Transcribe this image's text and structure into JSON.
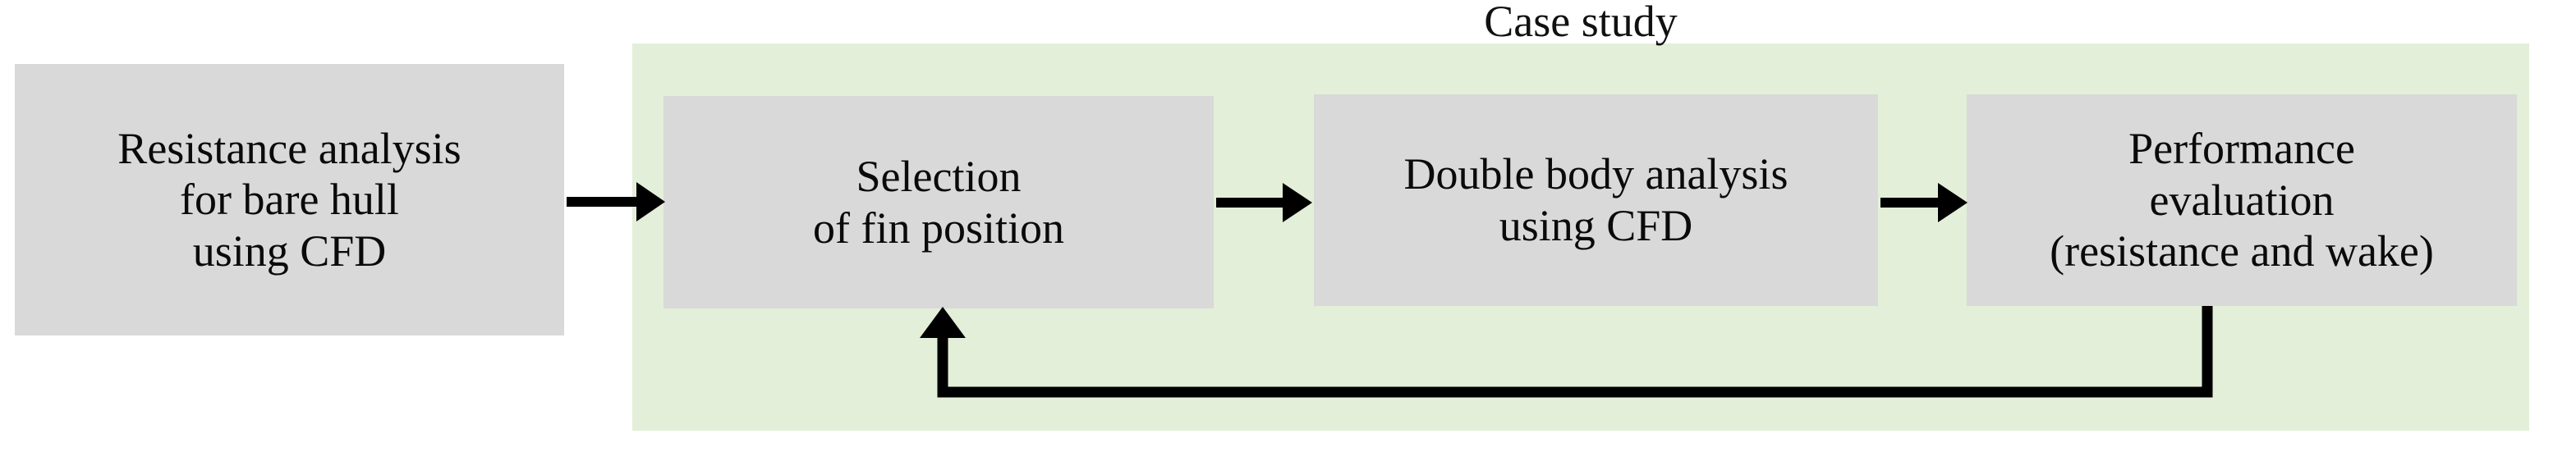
{
  "diagram": {
    "title": "Case study",
    "panel_color": "#e3efd9",
    "node_color": "#d9d9d9",
    "line_color": "#000000",
    "nodes": [
      {
        "id": "bare-hull",
        "lines": [
          "Resistance analysis",
          "for bare hull",
          "using CFD"
        ],
        "inside_panel": false
      },
      {
        "id": "fin-position",
        "lines": [
          "Selection",
          "of fin position"
        ],
        "inside_panel": true
      },
      {
        "id": "double-body",
        "lines": [
          "Double body analysis",
          "using CFD"
        ],
        "inside_panel": true
      },
      {
        "id": "performance",
        "lines": [
          "Performance",
          "evaluation",
          "(resistance and wake)"
        ],
        "inside_panel": true
      }
    ],
    "edges": [
      {
        "id": "edge-1",
        "from": "bare-hull",
        "to": "fin-position",
        "kind": "straight-arrow"
      },
      {
        "id": "edge-2",
        "from": "fin-position",
        "to": "double-body",
        "kind": "straight-arrow"
      },
      {
        "id": "edge-3",
        "from": "double-body",
        "to": "performance",
        "kind": "straight-arrow"
      },
      {
        "id": "edge-feedback",
        "from": "performance",
        "to": "fin-position",
        "kind": "elbow-feedback-arrow"
      }
    ]
  }
}
